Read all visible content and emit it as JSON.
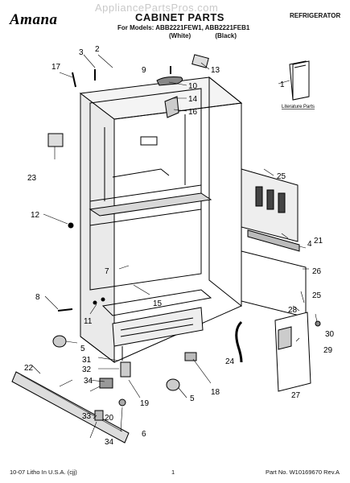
{
  "header": {
    "brand": "Amana",
    "watermark": "AppliancePartsPros.com",
    "title": "CABINET PARTS",
    "category": "REFRIGERATOR",
    "models_line": "For Models: ABB2221FEW1, ABB2221FEB1",
    "variants": [
      "(White)",
      "(Black)"
    ]
  },
  "diagram": {
    "literature_label": "Literature Parts",
    "callouts": [
      "1",
      "2",
      "3",
      "4",
      "5",
      "5",
      "6",
      "7",
      "8",
      "9",
      "10",
      "11",
      "12",
      "13",
      "14",
      "15",
      "16",
      "17",
      "18",
      "19",
      "20",
      "21",
      "22",
      "23",
      "24",
      "25",
      "25",
      "26",
      "27",
      "28",
      "29",
      "30",
      "31",
      "32",
      "33",
      "34",
      "34"
    ]
  },
  "footer": {
    "left": "10-07 Litho In U.S.A. (cjj)",
    "page": "1",
    "right": "Part No. W10169670 Rev.A"
  }
}
